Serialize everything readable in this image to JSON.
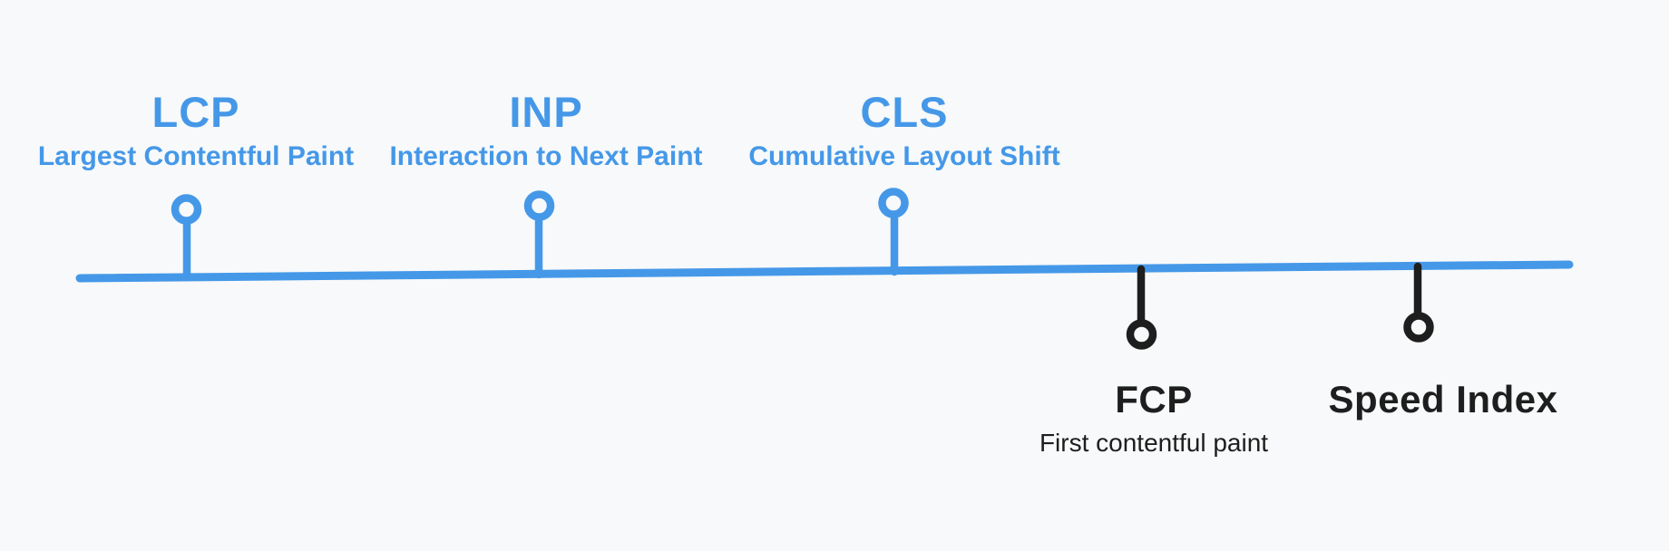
{
  "diagram": {
    "colors": {
      "accent": "#4598e8",
      "dark": "#1e1e1e",
      "background": "#f7f9fa"
    },
    "metrics": {
      "lcp": {
        "abbr": "LCP",
        "name": "Largest Contentful Paint"
      },
      "inp": {
        "abbr": "INP",
        "name": "Interaction to Next Paint"
      },
      "cls": {
        "abbr": "CLS",
        "name": "Cumulative Layout Shift"
      },
      "fcp": {
        "abbr": "FCP",
        "name": "First contentful paint"
      },
      "speed_index": {
        "abbr": "Speed Index"
      }
    }
  }
}
